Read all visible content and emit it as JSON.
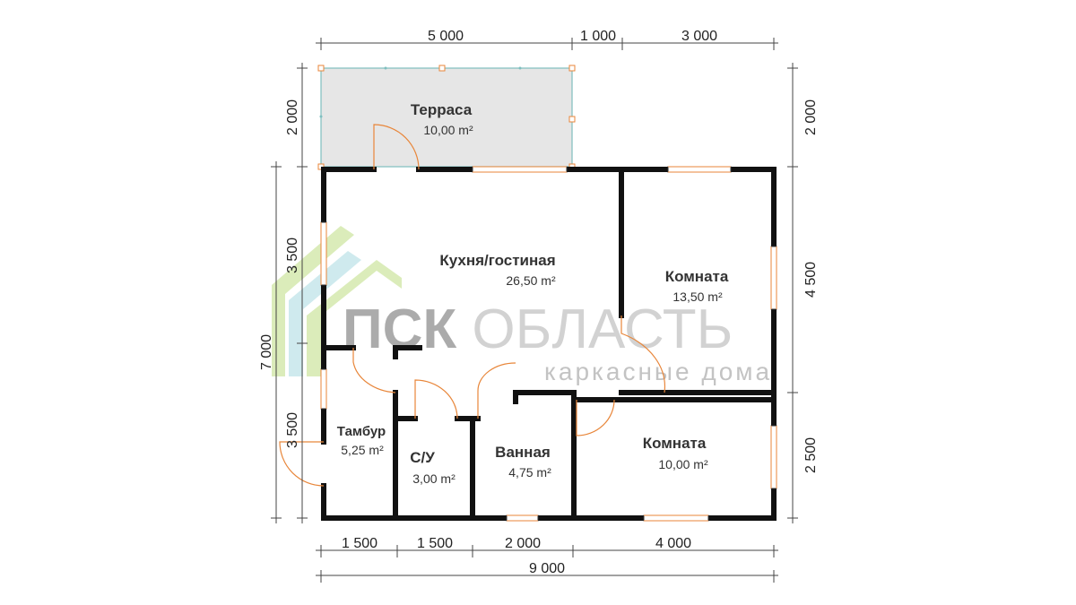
{
  "watermark": {
    "brand_bold": "ПСК",
    "brand_light": " ОБЛАСТЬ",
    "tagline": "каркасные дома",
    "colors": {
      "green": "#cfe6a3",
      "teal": "#bfe3e8",
      "grey": "#bdbdbd"
    }
  },
  "dimensions": {
    "top": [
      "5 000",
      "1 000",
      "3 000"
    ],
    "bottom": [
      "1 500",
      "1 500",
      "2 000",
      "4 000"
    ],
    "bottom_total": "9 000",
    "left_outer": "7 000",
    "left": [
      "2 000",
      "3 500",
      "3 500"
    ],
    "right": [
      "2 000",
      "4 500",
      "2 500"
    ]
  },
  "rooms": {
    "terrace": {
      "name": "Терраса",
      "area": "10,00 m²"
    },
    "kitchen": {
      "name": "Кухня/гостиная",
      "area": "26,50 m²"
    },
    "room1": {
      "name": "Комната",
      "area": "13,50 m²"
    },
    "room2": {
      "name": "Комната",
      "area": "10,00 m²"
    },
    "vestibule": {
      "name": "Тамбур",
      "area": "5,25 m²"
    },
    "wc": {
      "name": "С/У",
      "area": "3,00 m²"
    },
    "bath": {
      "name": "Ванная",
      "area": "4,75 m²"
    }
  },
  "colors": {
    "terrace_fill": "#e6e6e6",
    "terrace_edge": "#7fbfbf",
    "door": "#e8863a",
    "wall": "#111111"
  }
}
